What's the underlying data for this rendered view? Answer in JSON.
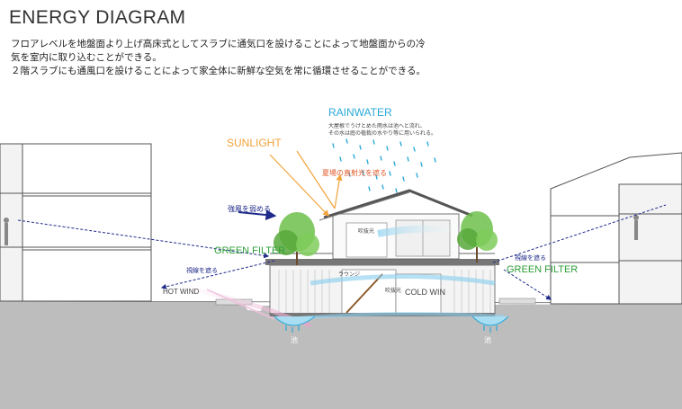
{
  "title": "ENERGY DIAGRAM",
  "description": [
    "フロアレベルを地盤面より上げ高床式としてスラブに通気口を設けることによって地盤面からの冷",
    "気を室内に取り込むことができる。",
    "２階スラブにも通風口を設けることによって家全体に新鮮な空気を常に循環させることができる。"
  ],
  "labels": {
    "rainwater": "RAINWATER",
    "rainwater_note_1": "大屋根でうけとめた雨水は池へと流れ、",
    "rainwater_note_2": "その水は庭の植栽の水やり等に用いられる。",
    "sunlight": "SUNLIGHT",
    "summer_sun": "夏場の直射光を遮る",
    "strong_wind": "強風を弱める",
    "green_filter_left": "GREEN FILTER",
    "green_filter_right": "GREEN FILTER",
    "view_block_left": "視線を遮る",
    "view_block_right": "視線を遮る",
    "hot_wind": "HOT WIND",
    "cold_wind": "COLD WIN",
    "pond_left": "池",
    "pond_right": "池",
    "room_upper": "吹抜光",
    "room_lower": "吹抜光",
    "room_mid": "ラウンジ"
  },
  "colors": {
    "sunlight": "#f2a33a",
    "rainwater": "#2aa8d8",
    "green_filter": "#2e9e3a",
    "arrow_blue": "#1f2a8a",
    "hot_wind": "#e6a0c8",
    "cold_wind": "#8fd0ee",
    "summer_sun_text": "#e25a2a",
    "ground": "#b8b8b8"
  }
}
